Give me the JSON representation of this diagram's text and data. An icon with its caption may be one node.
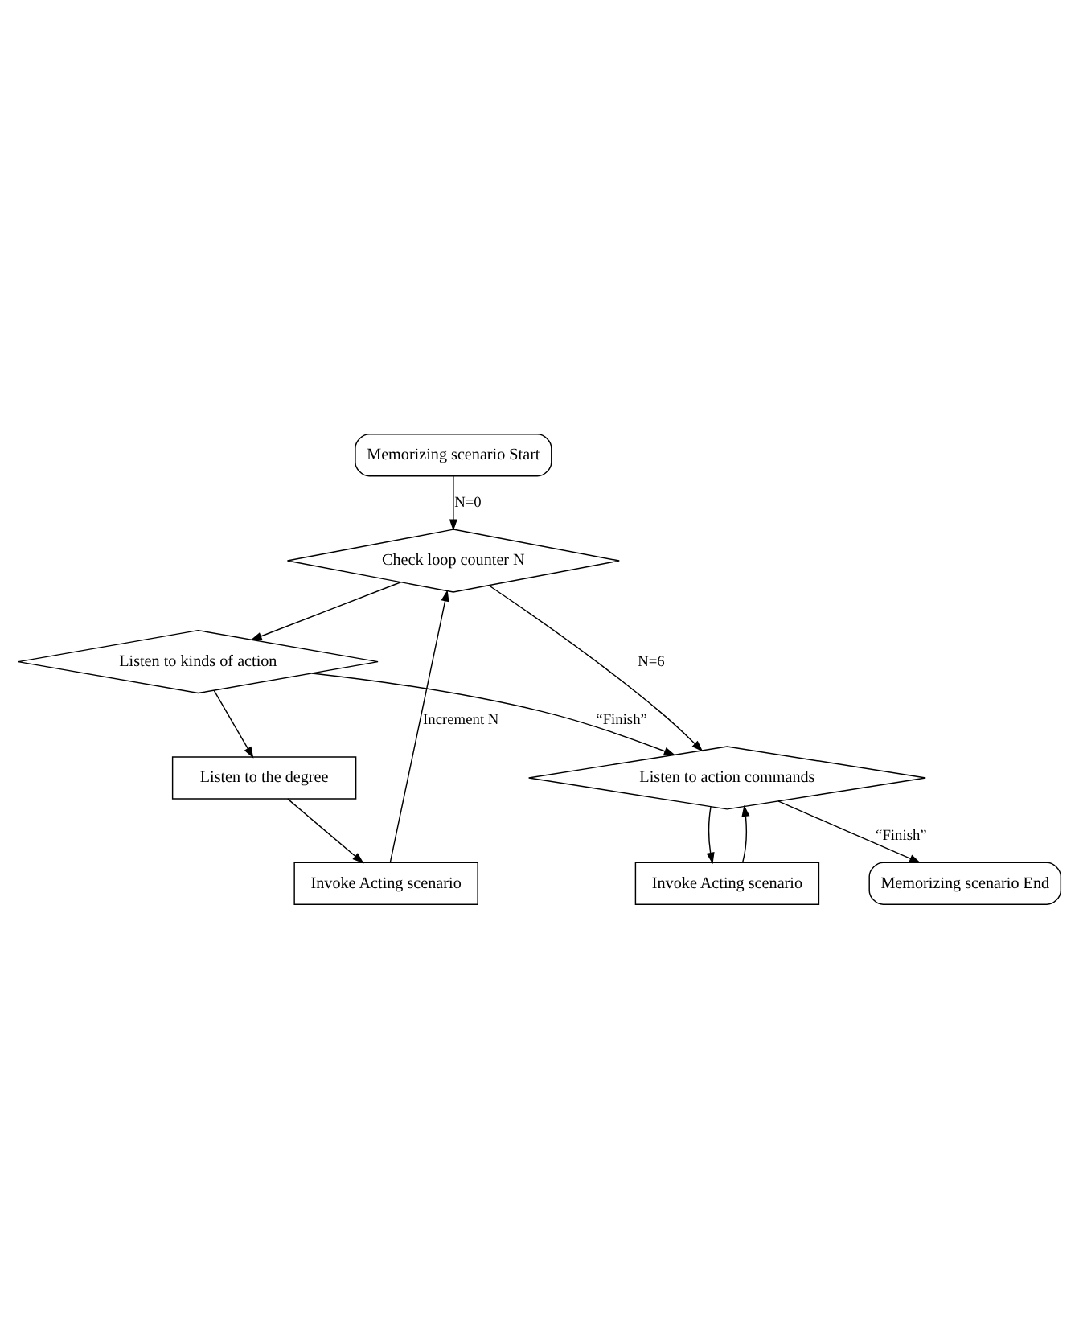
{
  "diagram": {
    "nodes": [
      {
        "text": [
          "Memorizing scenario Start"
        ]
      },
      {
        "text": [
          "Check loop counter N"
        ]
      },
      {
        "text": [
          "Listen to kinds of action"
        ]
      },
      {
        "text": [
          "Listen to the degree"
        ]
      },
      {
        "text": [
          "Invoke Acting scenario"
        ]
      },
      {
        "text": [
          "Listen to action commands"
        ]
      },
      {
        "text": [
          "Invoke Acting scenario"
        ]
      },
      {
        "text": [
          "Memorizing scenario End"
        ]
      }
    ],
    "edges": [
      {
        "from": 0,
        "to": 1,
        "arrow": "to",
        "label": "N=0"
      },
      {
        "from": 1,
        "to": 2,
        "arrow": "to"
      },
      {
        "from": 2,
        "to": 3,
        "arrow": "to"
      },
      {
        "from": 3,
        "to": 4,
        "arrow": "to"
      },
      {
        "from": 4,
        "to": 1,
        "arrow": "to",
        "label": "Increment N"
      },
      {
        "from": 1,
        "to": 5,
        "arrow": "to",
        "label": "N=6"
      },
      {
        "from": 2,
        "to": 5,
        "arrow": "to",
        "label": "“Finish”"
      },
      {
        "from": 5,
        "to": 6,
        "arrow": "to"
      },
      {
        "from": 6,
        "to": 5,
        "arrow": "to"
      },
      {
        "from": 5,
        "to": 7,
        "arrow": "to",
        "label": "“Finish”"
      }
    ]
  }
}
